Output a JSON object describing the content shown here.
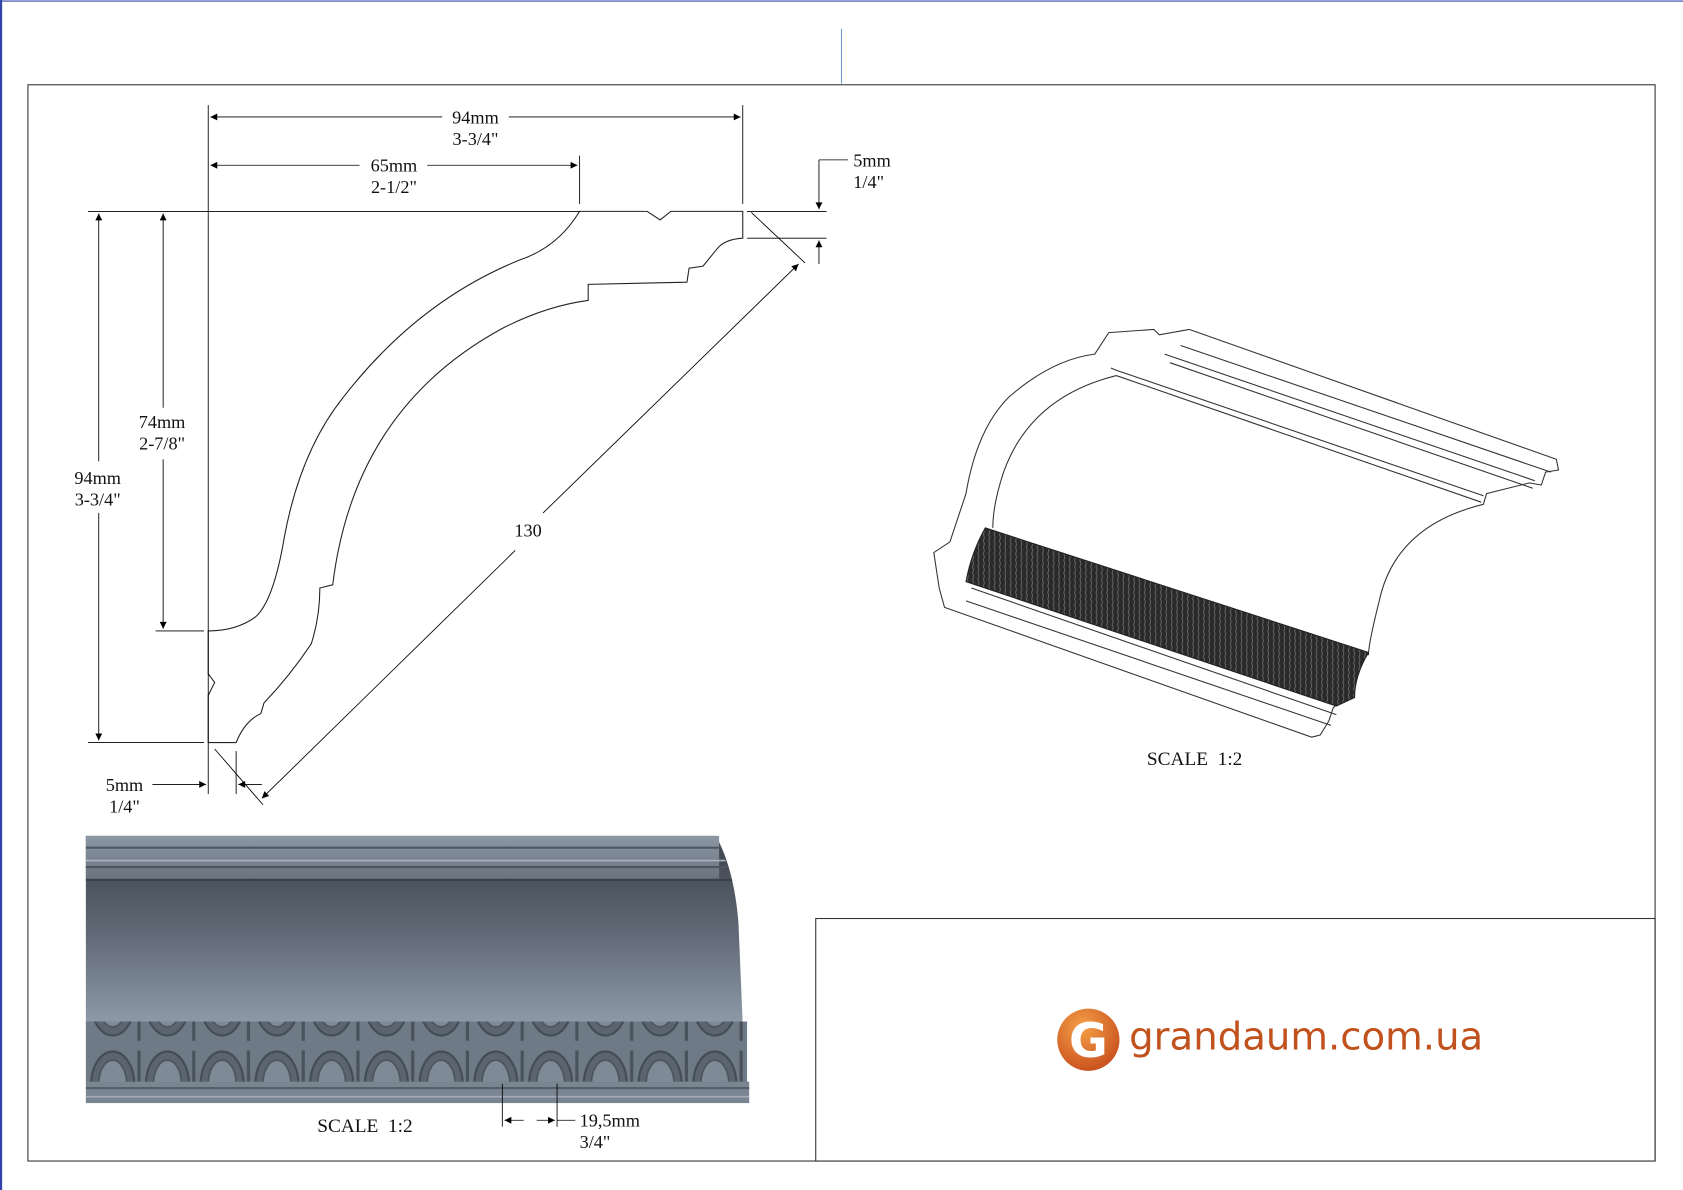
{
  "profile_dims": {
    "top_width_mm": "94mm",
    "top_width_in": "3-3/4\"",
    "top_partial_mm": "65mm",
    "top_partial_in": "2-1/2\"",
    "top_lip_mm": "5mm",
    "top_lip_in": "1/4\"",
    "left_height_mm": "94mm",
    "left_height_in": "3-3/4\"",
    "left_partial_mm": "74mm",
    "left_partial_in": "2-7/8\"",
    "diagonal": "130",
    "bottom_lip_mm": "5mm",
    "bottom_lip_in": "1/4\""
  },
  "iso_view": {
    "scale_label": "SCALE  1:2"
  },
  "front_view": {
    "scale_label": "SCALE  1:2",
    "pattern_mm": "19,5mm",
    "pattern_in": "3/4\""
  },
  "logo": {
    "letter": "G",
    "text": "grandaum.com.ua",
    "color": "#c2521d"
  }
}
